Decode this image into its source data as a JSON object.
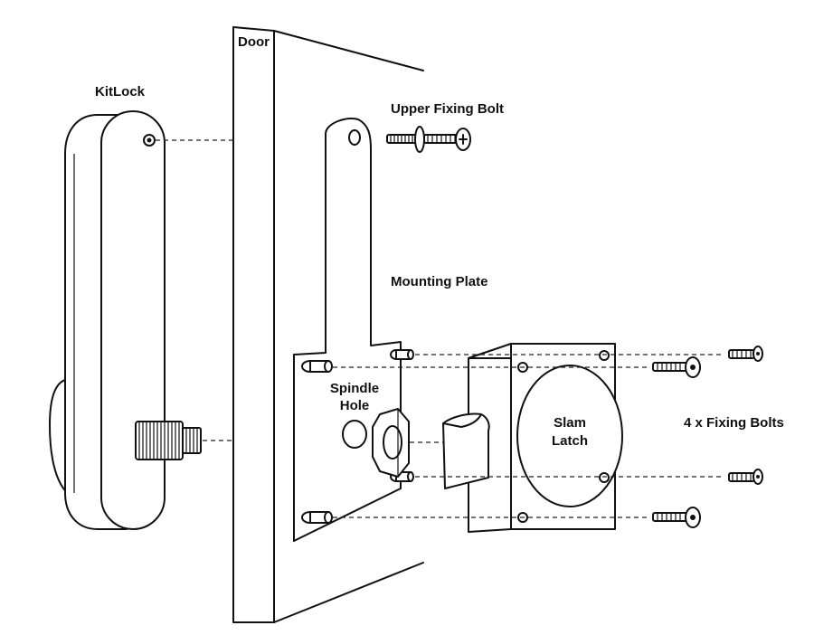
{
  "labels": {
    "door": "Door",
    "kitlock": "KitLock",
    "upper_fixing_bolt": "Upper Fixing Bolt",
    "mounting_plate": "Mounting Plate",
    "spindle_hole_line1": "Spindle",
    "spindle_hole_line2": "Hole",
    "slam_latch_line1": "Slam",
    "slam_latch_line2": "Latch",
    "fixing_bolts": "4 x Fixing Bolts"
  }
}
